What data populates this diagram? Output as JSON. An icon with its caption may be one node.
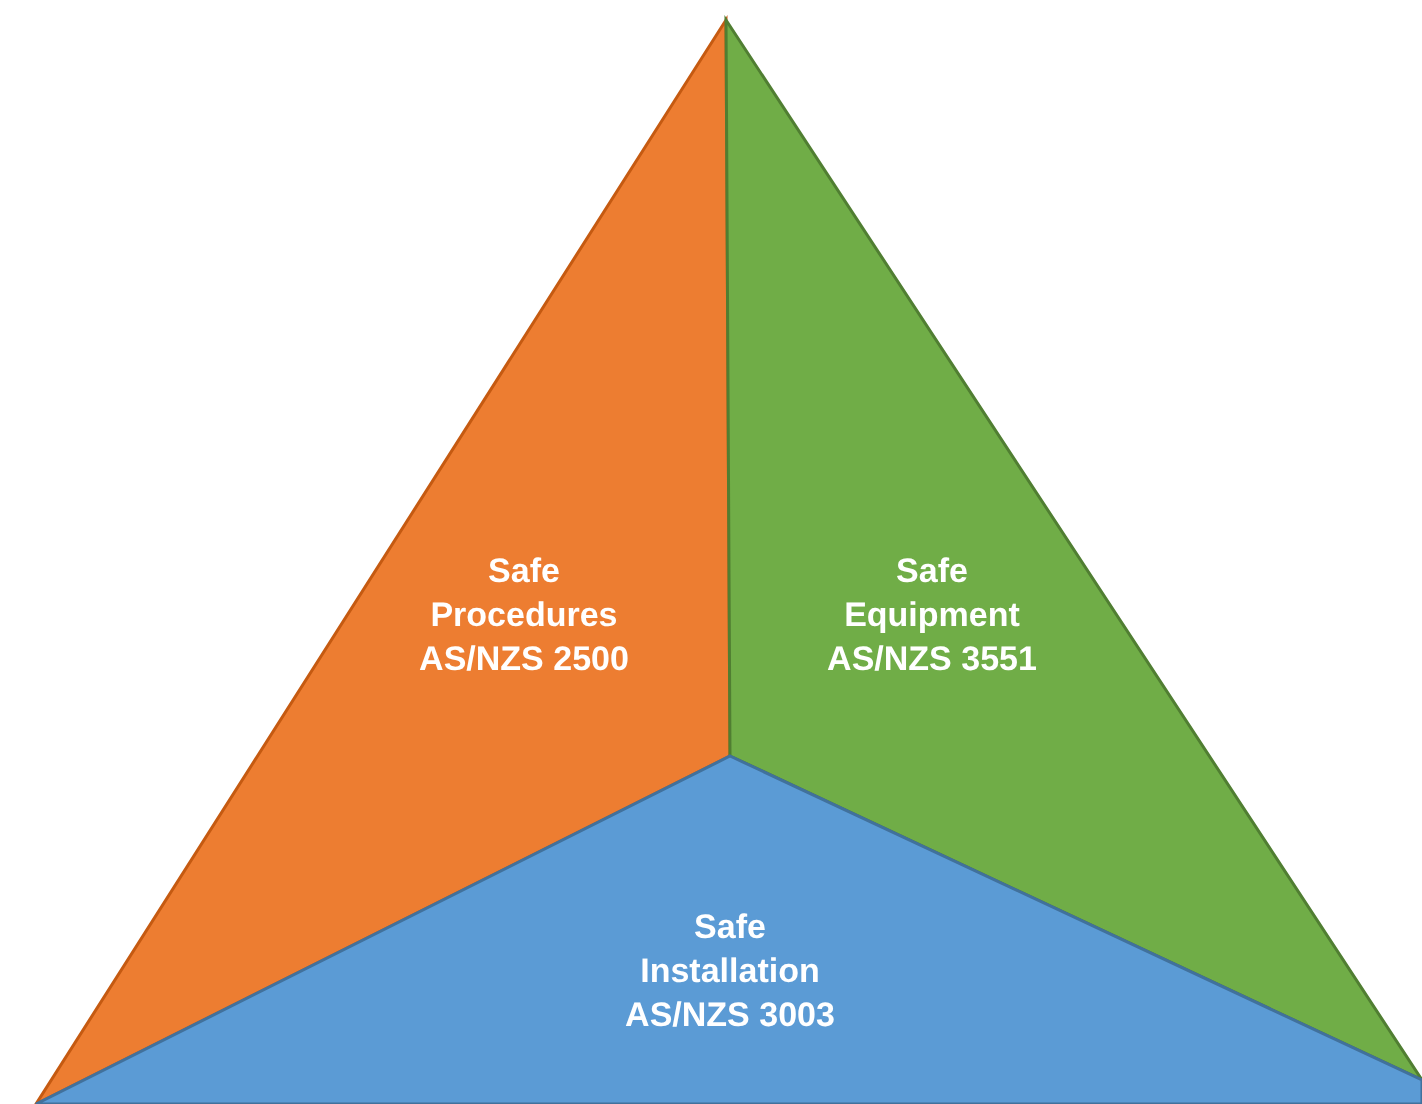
{
  "diagram": {
    "nodes": [
      {
        "text": [
          "Safe Procedures",
          "AS/NZS 2500"
        ]
      },
      {
        "text": [
          "Safe Equipment",
          "AS/NZS 3551"
        ]
      },
      {
        "text": [
          "Safe Installation",
          "AS/NZS 3003"
        ]
      }
    ]
  }
}
